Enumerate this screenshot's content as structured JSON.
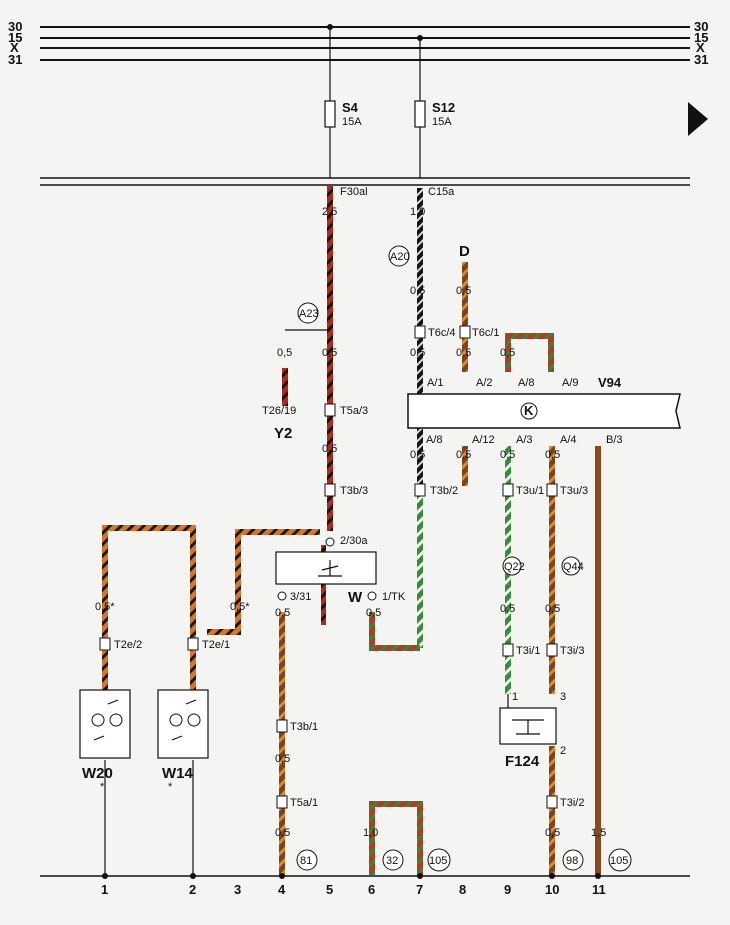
{
  "rails": [
    {
      "label": "30"
    },
    {
      "label": "15"
    },
    {
      "label": "X"
    },
    {
      "label": "31"
    }
  ],
  "fuses": [
    {
      "label": "S4",
      "rating": "15A"
    },
    {
      "label": "S12",
      "rating": "15A"
    }
  ],
  "connectors": {
    "f30al": "F30al",
    "c15a": "C15a",
    "t6c4": "T6c/4",
    "t6c1": "T6c/1",
    "t26_19": "T26/19",
    "t5a3": "T5a/3",
    "t3b3": "T3b/3",
    "t3b2": "T3b/2",
    "t3u1": "T3u/1",
    "t3u3": "T3u/3",
    "t2e2": "T2e/2",
    "t2e1": "T2e/1",
    "t3i1": "T3i/1",
    "t3i3": "T3i/3",
    "t3b1": "T3b/1",
    "t5a1": "T5a/1",
    "t3i2": "T3i/2",
    "p2_30a": "2/30a",
    "p3_31": "3/31",
    "p1_tk": "1/TK"
  },
  "module_pins": {
    "top": [
      "A/1",
      "A/2",
      "A/8",
      "A/9"
    ],
    "bottom": [
      "A/8",
      "A/12",
      "A/3",
      "A/4",
      "B/3"
    ]
  },
  "wire_sizes": {
    "w25": "2,5",
    "w10": "1,0",
    "w05": "0,5",
    "w05s": "0,5*",
    "w15": "1,5"
  },
  "components": {
    "a20": "A20",
    "a23": "A23",
    "d": "D",
    "k": "K",
    "v94": "V94",
    "y2": "Y2",
    "w": "W",
    "q22": "Q22",
    "q44": "Q44",
    "f124": "F124",
    "w20": "W20",
    "w14": "W14",
    "star": "*"
  },
  "pin_numbers": {
    "n1": "1",
    "n2": "2",
    "n3": "3"
  },
  "references": [
    "81",
    "32",
    "105",
    "98",
    "105"
  ],
  "columns": [
    "1",
    "2",
    "3",
    "4",
    "5",
    "6",
    "7",
    "8",
    "9",
    "10",
    "11"
  ]
}
